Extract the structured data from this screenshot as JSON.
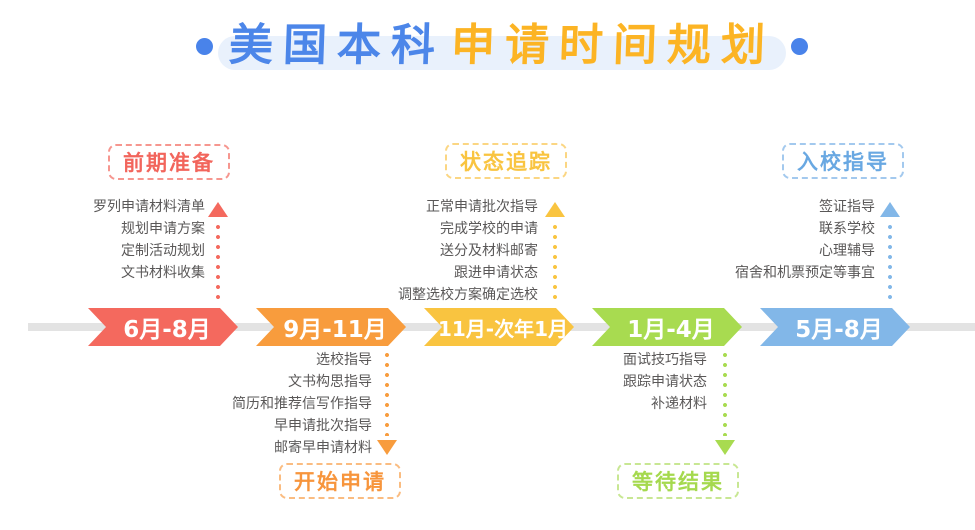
{
  "title": {
    "part1": "美国本科",
    "part2": "申请时间规划"
  },
  "icons": {
    "title-bullet": "filled-circle",
    "up-arrow": "triangle-up",
    "down-arrow": "triangle-down"
  },
  "colors": {
    "title_blue": "#4c86e9",
    "title_orange": "#fcb424",
    "title_pill_bg": "#e9f1fc",
    "axis_gray": "#e3e3e3",
    "item_text": "#5a5858",
    "stage_red": "#f4695e",
    "stage_orange": "#f89c3d",
    "stage_yellow": "#f9c440",
    "stage_green": "#a8db50",
    "stage_blue": "#82b7e8"
  },
  "timeline": {
    "segments": [
      {
        "label": "6月-8月",
        "color": "#f4695e"
      },
      {
        "label": "9月-11月",
        "color": "#f89c3d"
      },
      {
        "label": "11月-次年1月",
        "color": "#f9c440"
      },
      {
        "label": "1月-4月",
        "color": "#a8db50"
      },
      {
        "label": "5月-8月",
        "color": "#82b7e8"
      }
    ]
  },
  "sections": {
    "top": [
      {
        "label": "前期准备",
        "accent": "#f2655c",
        "items": [
          "罗列申请材料清单",
          "规划申请方案",
          "定制活动规划",
          "文书材料收集"
        ]
      },
      {
        "label": "状态追踪",
        "accent": "#f9c440",
        "items": [
          "正常申请批次指导",
          "完成学校的申请",
          "送分及材料邮寄",
          "跟进申请状态",
          "调整选校方案确定选校"
        ]
      },
      {
        "label": "入校指导",
        "accent": "#69a8e2",
        "items": [
          "签证指导",
          "联系学校",
          "心理辅导",
          "宿舍和机票预定等事宜"
        ]
      }
    ],
    "bottom": [
      {
        "label": "开始申请",
        "accent": "#f7953c",
        "items": [
          "选校指导",
          "文书构思指导",
          "简历和推荐信写作指导",
          "早申请批次指导",
          "邮寄早申请材料"
        ]
      },
      {
        "label": "等待结果",
        "accent": "#a5d94e",
        "items": [
          "面试技巧指导",
          "跟踪申请状态",
          "补递材料"
        ]
      }
    ]
  }
}
